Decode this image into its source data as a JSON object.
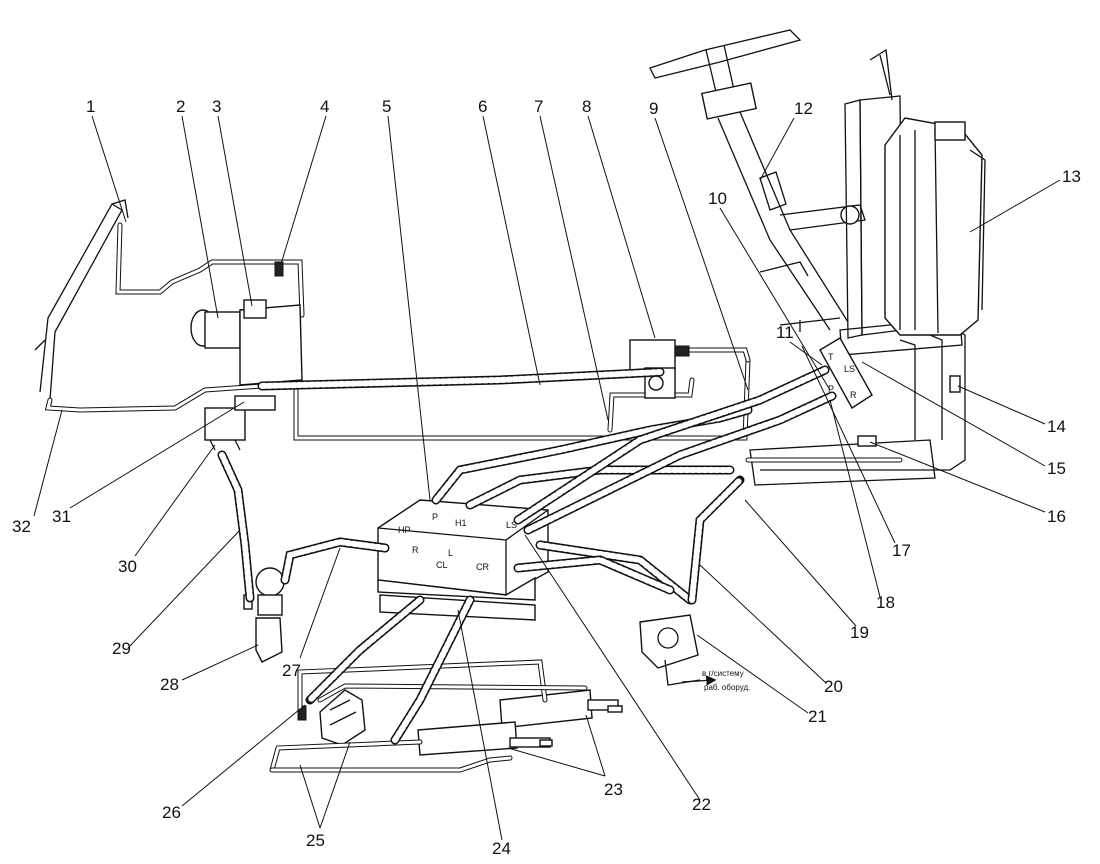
{
  "callouts": [
    "1",
    "2",
    "3",
    "4",
    "5",
    "6",
    "7",
    "8",
    "9",
    "10",
    "11",
    "12",
    "13",
    "14",
    "15",
    "16",
    "17",
    "18",
    "19",
    "20",
    "21",
    "22",
    "23",
    "24",
    "25",
    "26",
    "27",
    "28",
    "29",
    "30",
    "31",
    "32"
  ],
  "annotation": {
    "line1": "в г/систему",
    "line2": "раб. оборуд."
  },
  "port_labels": {
    "hp": "HP",
    "p": "P",
    "h1": "H1",
    "r": "R",
    "l": "L",
    "cl": "CL",
    "cr": "CR",
    "ls": "LS",
    "t": "T"
  }
}
